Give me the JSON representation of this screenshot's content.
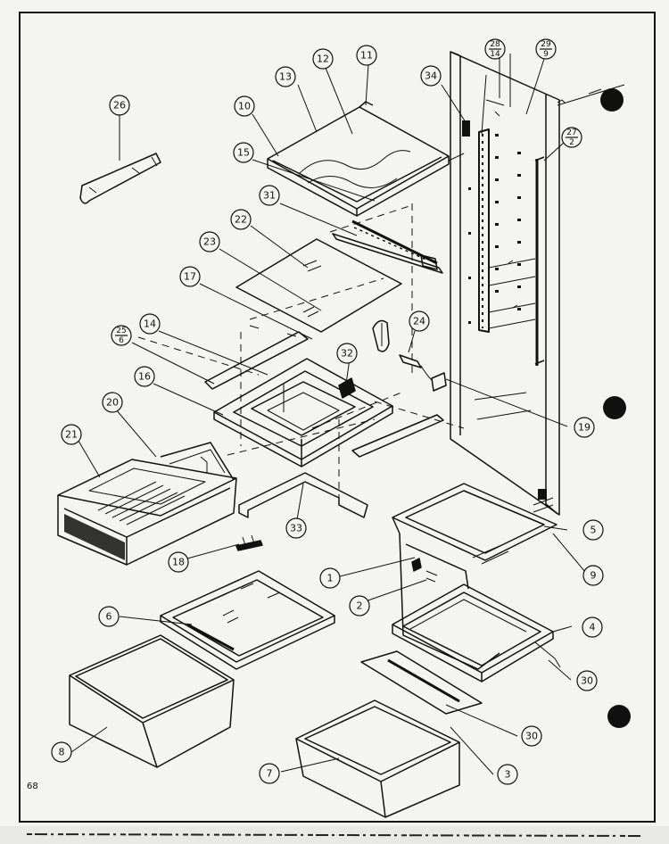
{
  "page_number": "68",
  "callouts": {
    "c1": "1",
    "c2": "2",
    "c3": "3",
    "c4": "4",
    "c5": "5",
    "c6": "6",
    "c7": "7",
    "c8": "8",
    "c9": "9",
    "c10": "10",
    "c11": "11",
    "c12": "12",
    "c13": "13",
    "c14": "14",
    "c15": "15",
    "c16": "16",
    "c17": "17",
    "c18": "18",
    "c19": "19",
    "c20": "20",
    "c21": "21",
    "c22": "22",
    "c23": "23",
    "c24": "24",
    "c26": "26",
    "c30a": "30",
    "c30b": "30",
    "c31": "31",
    "c32": "32",
    "c33": "33",
    "c34": "34",
    "f28_top": "28",
    "f28_bot": "14",
    "f29_top": "29",
    "f29_bot": "9",
    "f27_top": "27",
    "f27_bot": "2",
    "f25_top": "25",
    "f25_bot": "6"
  }
}
